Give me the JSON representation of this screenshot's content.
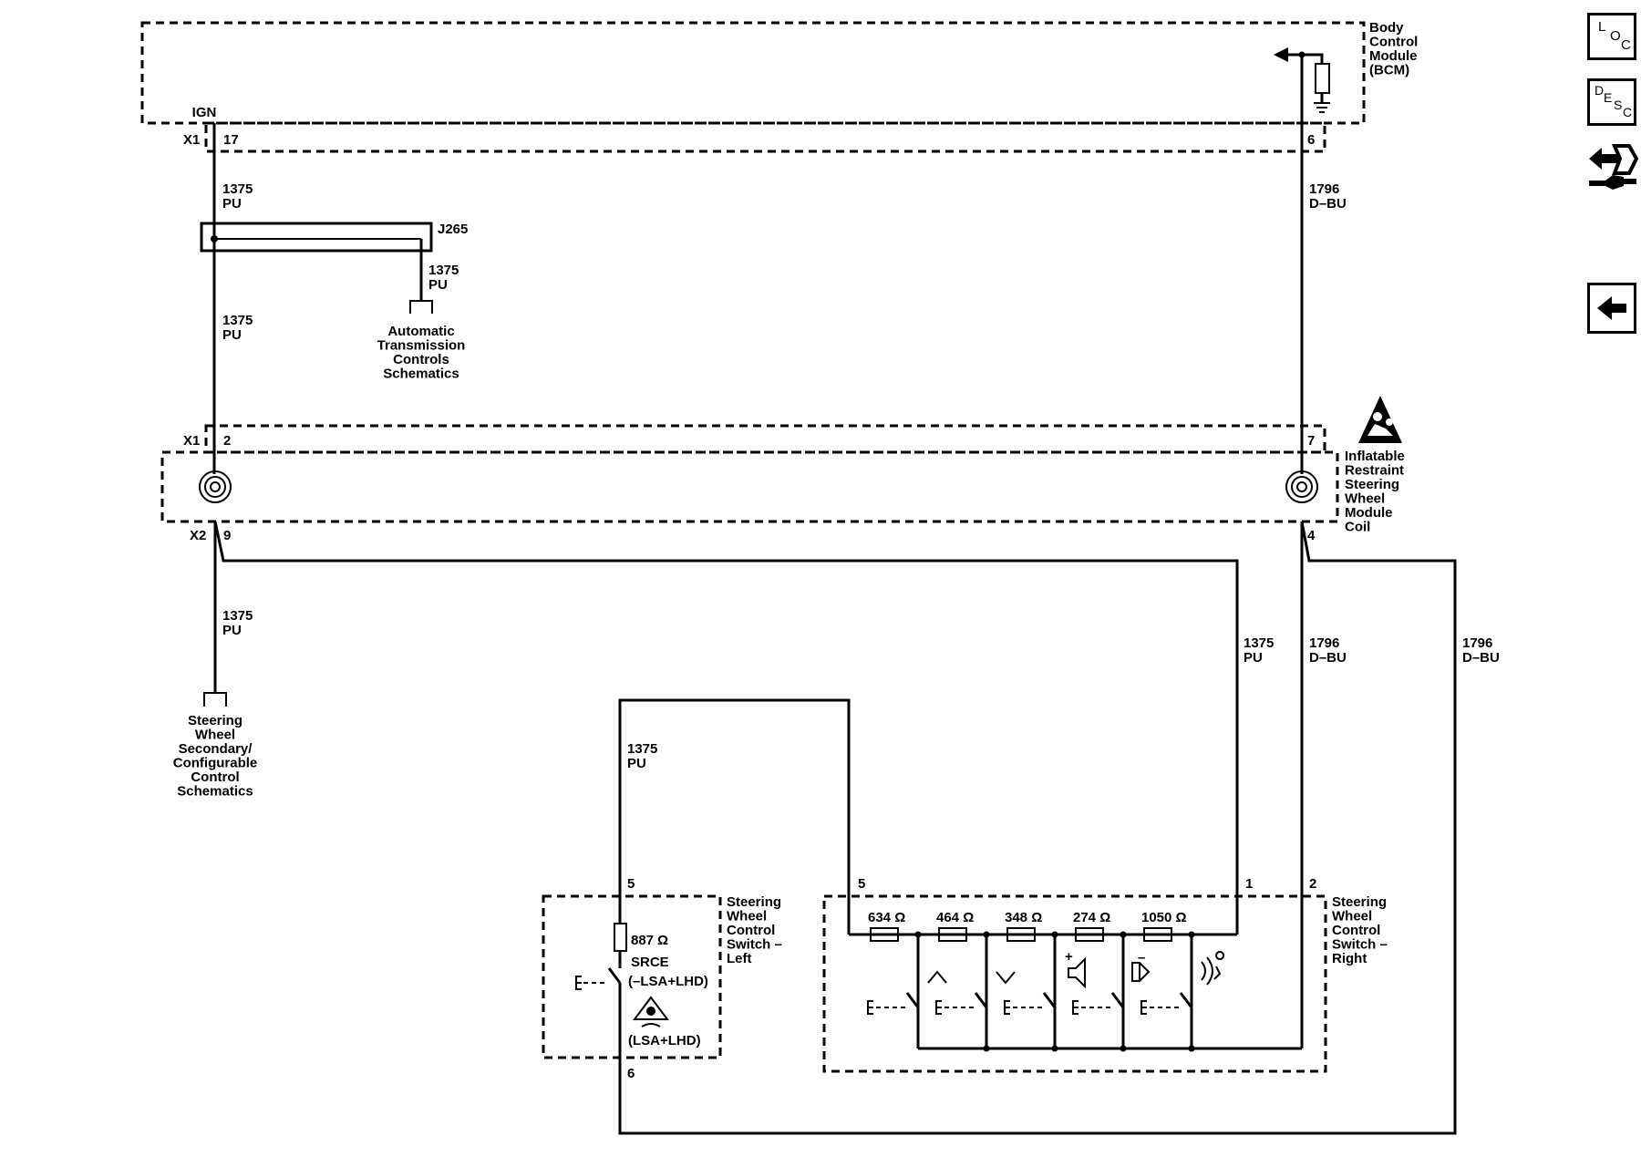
{
  "modules": {
    "bcm": [
      "Body",
      "Control",
      "Module",
      "(BCM)"
    ],
    "coil": [
      "Inflatable",
      "Restraint",
      "Steering",
      "Wheel",
      "Module",
      "Coil"
    ],
    "sw_left": [
      "Steering",
      "Wheel",
      "Control",
      "Switch –",
      "Left"
    ],
    "sw_right": [
      "Steering",
      "Wheel",
      "Control",
      "Switch –",
      "Right"
    ]
  },
  "references": {
    "automatic_transmission": [
      "Automatic",
      "Transmission",
      "Controls",
      "Schematics"
    ],
    "steering_wheel_secondary": [
      "Steering",
      "Wheel",
      "Secondary/",
      "Configurable",
      "Control",
      "Schematics"
    ]
  },
  "connectors": {
    "x1": "X1",
    "x2": "X2",
    "splice": "J265",
    "ign": "IGN"
  },
  "pins": {
    "bcm_ign": "17",
    "bcm_sig": "6",
    "coil_x1_left": "2",
    "coil_x1_right": "7",
    "coil_x2_left": "9",
    "coil_x2_right": "4",
    "swl_top": "5",
    "swl_bottom": "6",
    "swr_left": "5",
    "swr_mid": "1",
    "swr_right": "2"
  },
  "wires": {
    "pu": {
      "circuit": "1375",
      "color": "PU"
    },
    "dbu": {
      "circuit": "1796",
      "color": "D–BU"
    }
  },
  "resistors": {
    "left": "887",
    "right": [
      "634",
      "464",
      "348",
      "274",
      "1050"
    ],
    "unit": "Ω"
  },
  "switch_labels": {
    "srce": "SRCE",
    "srce_option": "(–LSA+LHD)",
    "lsa_option": "(LSA+LHD)"
  },
  "icons": {
    "right_switches": [
      "chevron-up-icon",
      "chevron-down-icon",
      "volume-up-icon",
      "volume-down-icon",
      "voice-command-icon"
    ],
    "warning": "airbag-warning-icon",
    "lane_assist": "lane-assist-icon"
  },
  "side_nav": {
    "loc": [
      "L",
      "O",
      "C"
    ],
    "desc": [
      "D",
      "E",
      "S",
      "C"
    ]
  }
}
